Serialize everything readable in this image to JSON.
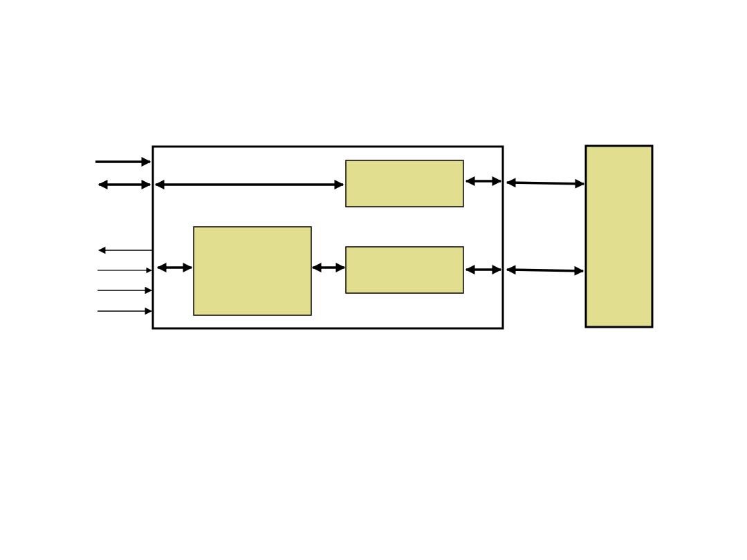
{
  "colors": {
    "background": "#ffffff",
    "block_fill": "#e1df8f",
    "stroke": "#000000"
  },
  "blocks": {
    "outer_frame": {
      "label": ""
    },
    "top_right_inner_block": {
      "label": ""
    },
    "left_inner_block": {
      "label": ""
    },
    "bottom_right_inner_block": {
      "label": ""
    },
    "external_block": {
      "label": ""
    }
  },
  "connections": [
    "input-arrow-top",
    "bidirectional-arrow-left",
    "internal-bus-arrow",
    "output-arrow-left",
    "input-arrow-thin-1",
    "input-arrow-thin-2",
    "input-arrow-thin-3",
    "left-to-left-block-arrow",
    "left-block-to-lower-block-arrow",
    "upper-block-to-edge-arrow",
    "lower-block-to-edge-arrow",
    "edge-to-external-upper-arrow",
    "edge-to-external-lower-arrow"
  ]
}
